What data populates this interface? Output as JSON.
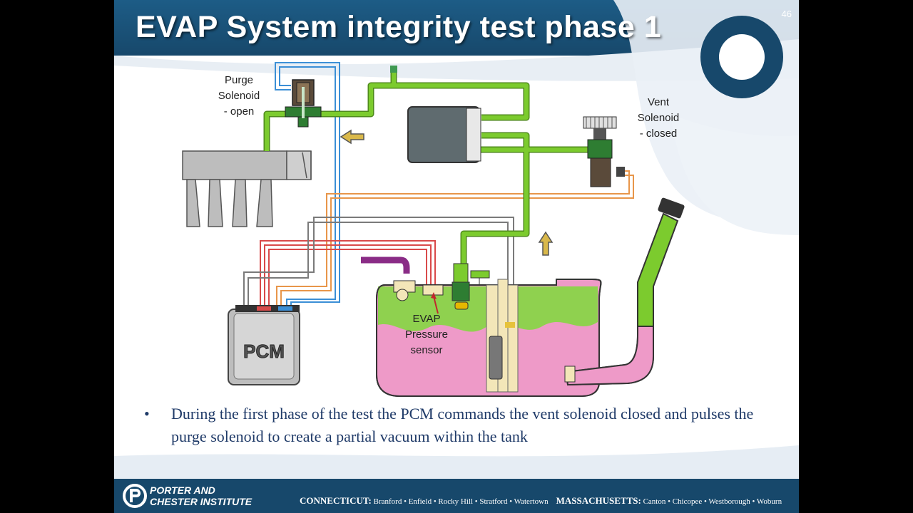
{
  "slide": {
    "title": "EVAP System integrity test phase 1",
    "number": "46"
  },
  "labels": {
    "purge": [
      "Purge",
      "Solenoid",
      "- open"
    ],
    "vent": [
      "Vent",
      "Solenoid",
      "- closed"
    ],
    "pcm": "PCM",
    "sensor": [
      "EVAP",
      "Pressure",
      "sensor"
    ]
  },
  "bullet": {
    "marker": "•",
    "text": "During the first phase of the test the PCM commands the vent solenoid closed and pulses the purge solenoid to create a partial vacuum within the tank"
  },
  "footer": {
    "logo_line1": "PORTER AND",
    "logo_line2": "CHESTER INSTITUTE",
    "state1": "CONNECTICUT:",
    "cities1": "Branford • Enfield • Rocky Hill • Stratford • Watertown",
    "state2": "MASSACHUSETTS:",
    "cities2": "Canton • Chicopee • Westborough • Woburn"
  },
  "colors": {
    "header": "#17486b",
    "vapor_line": "#7ccb2e",
    "fuel": "#ee9ac8",
    "vapor_space": "#8fd14f",
    "bullet_text": "#1f3a68"
  }
}
